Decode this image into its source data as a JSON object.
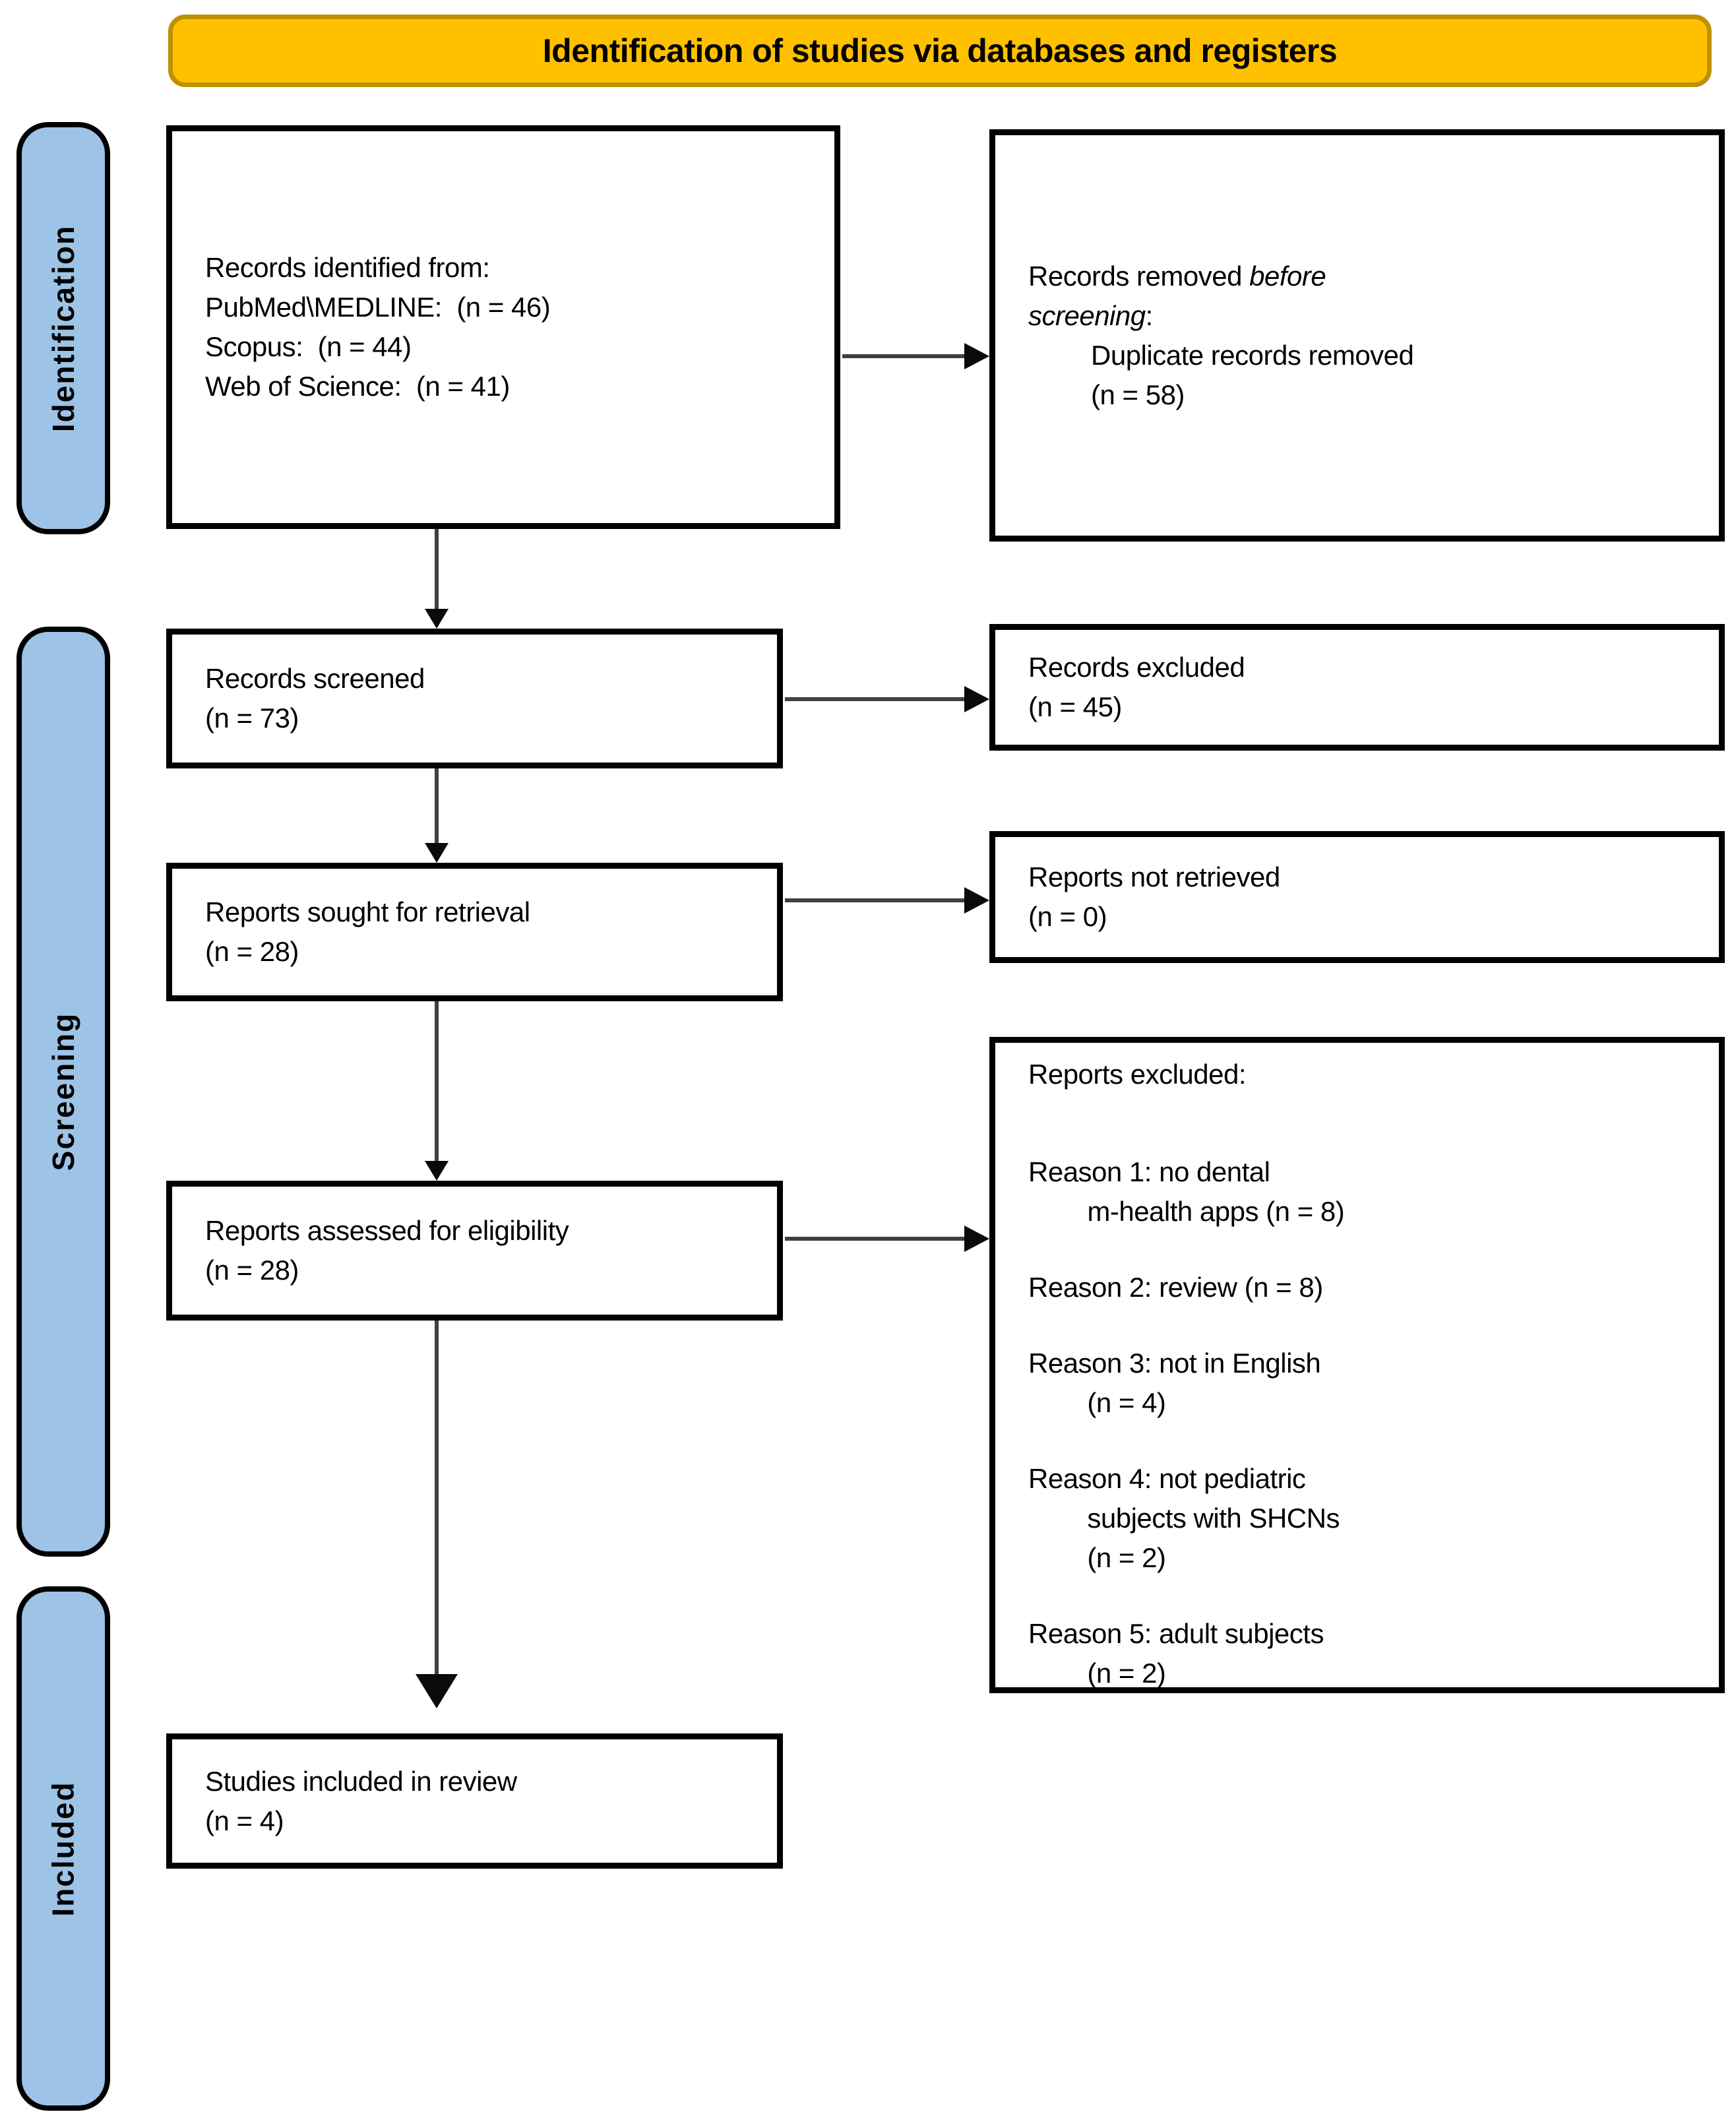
{
  "header": {
    "title": "Identification of studies via databases and registers"
  },
  "side_labels": {
    "identification": "Identification",
    "screening": "Screening",
    "included": "Included"
  },
  "boxes": {
    "records_identified": {
      "text": "Records identified from:\nPubMed\\MEDLINE:  (n = 46)\nScopus:  (n = 44)\nWeb of Science:  (n = 41)"
    },
    "records_removed": {
      "prefix": "Records removed ",
      "italic": "before screening",
      "suffix": ":",
      "detail": "Duplicate records removed\n(n = 58)"
    },
    "records_screened": {
      "text": "Records screened\n(n = 73)"
    },
    "records_excluded": {
      "text": "Records excluded\n(n = 45)"
    },
    "reports_sought": {
      "text": "Reports sought for retrieval\n(n = 28)"
    },
    "reports_not_retrieved": {
      "text": "Reports not retrieved\n(n = 0)"
    },
    "reports_assessed": {
      "text": "Reports assessed for eligibility\n(n = 28)"
    },
    "reports_excluded": {
      "title": "Reports excluded:",
      "reasons": [
        "Reason 1: no dental\n        m-health apps (n = 8)",
        "Reason 2: review (n = 8)",
        "Reason 3: not in English\n        (n = 4)",
        "Reason 4: not pediatric\n        subjects with SHCNs\n        (n = 2)",
        "Reason 5: adult subjects\n        (n = 2)"
      ]
    },
    "studies_included": {
      "text": "Studies included in review\n(n = 4)"
    }
  },
  "colors": {
    "banner_fill": "#FFC000",
    "banner_border": "#BF9000",
    "stage_fill": "#9DC3E6",
    "box_border": "#000000",
    "arrow_line": "#404040",
    "arrow_head": "#0a0a0a"
  }
}
